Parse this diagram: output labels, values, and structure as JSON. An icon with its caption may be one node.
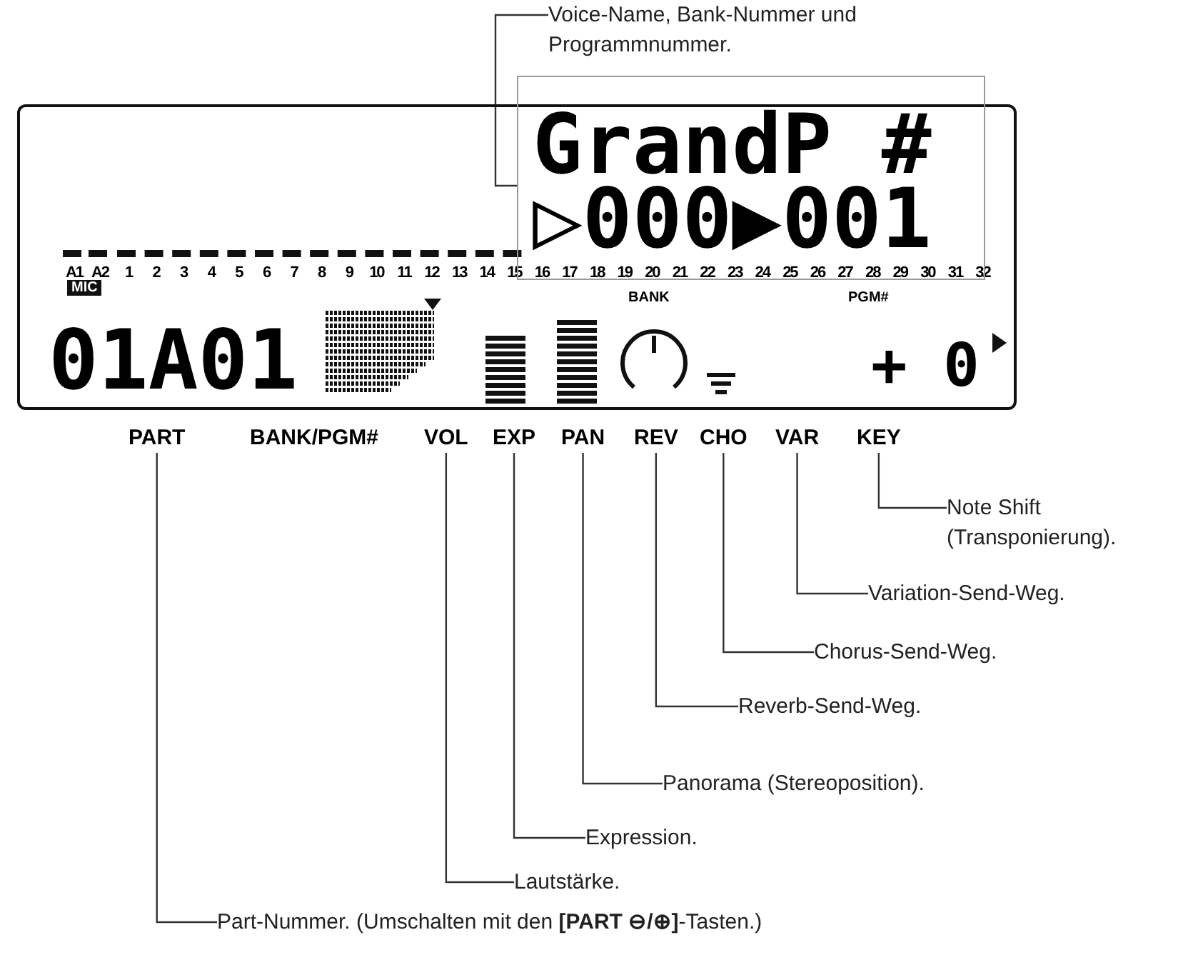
{
  "diagram": {
    "nodes": [
      {
        "text": [
          "Voice-Name, Bank-Nummer und Programmnummer."
        ]
      },
      {
        "text": [],
        "shape": "box"
      },
      {
        "text": [
          "GrandP #",
          "▷000▶001"
        ]
      },
      {
        "text": [
          "PART"
        ]
      },
      {
        "text": [
          "VOL"
        ]
      },
      {
        "text": [
          "EXP"
        ]
      },
      {
        "text": [
          "PAN"
        ]
      },
      {
        "text": [
          "REV"
        ]
      },
      {
        "text": [
          "CHO"
        ]
      },
      {
        "text": [
          "VAR"
        ]
      },
      {
        "text": [
          "KEY"
        ]
      },
      {
        "text": [
          "Note Shift (Transponierung)."
        ]
      },
      {
        "text": [
          "Variation-Send-Weg."
        ]
      },
      {
        "text": [
          "Chorus-Send-Weg."
        ]
      },
      {
        "text": [
          "Reverb-Send-Weg."
        ]
      },
      {
        "text": [
          "Panorama (Stereoposition)."
        ]
      },
      {
        "text": [
          "Expression."
        ]
      },
      {
        "text": [
          "Lautstärke."
        ]
      },
      {
        "text": [
          "Part-Nummer. (Umschalten mit den **[PART ⊖/⊕]**-Tasten.)"
        ]
      }
    ],
    "edges": [
      {
        "from": 0,
        "to": 2,
        "arrow": "none"
      },
      {
        "from": 11,
        "to": 10,
        "arrow": "none"
      },
      {
        "from": 12,
        "to": 9,
        "arrow": "none"
      },
      {
        "from": 13,
        "to": 8,
        "arrow": "none"
      },
      {
        "from": 14,
        "to": 7,
        "arrow": "none"
      },
      {
        "from": 15,
        "to": 6,
        "arrow": "none"
      },
      {
        "from": 16,
        "to": 5,
        "arrow": "none"
      },
      {
        "from": 17,
        "to": 4,
        "arrow": "none"
      },
      {
        "from": 18,
        "to": 3,
        "arrow": "none"
      }
    ],
    "labels": [
      "A1",
      "A2",
      "1",
      "2",
      "3",
      "4",
      "5",
      "6",
      "7",
      "8",
      "9",
      "10",
      "11",
      "12",
      "13",
      "14",
      "15",
      "16",
      "17",
      "18",
      "19",
      "20",
      "21",
      "22",
      "23",
      "24",
      "25",
      "26",
      "27",
      "28",
      "29",
      "30",
      "31",
      "32",
      "MIC",
      "BANK",
      "PGM#",
      "01A01",
      "+ 0",
      "BANK/PGM#"
    ]
  }
}
